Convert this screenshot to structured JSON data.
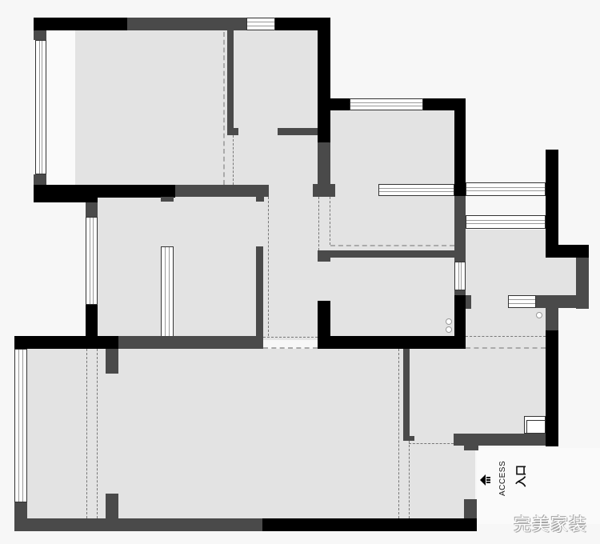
{
  "drawing": {
    "type": "apartment-floor-plan",
    "colors": {
      "background": "#f7f7f7",
      "floor": "#e3e3e3",
      "exterior_wall": "#000000",
      "interior_wall": "#4a4a4a",
      "window": "#ffffff"
    }
  },
  "entrance": {
    "label_en": "ACCESS",
    "label_cn": "入口",
    "icon": "arrow-left-icon"
  },
  "watermark": {
    "text": "完美家装"
  },
  "rooms": [
    {
      "id": "master-bedroom",
      "label": ""
    },
    {
      "id": "master-bath",
      "label": ""
    },
    {
      "id": "bedroom-2",
      "label": ""
    },
    {
      "id": "bedroom-3",
      "label": ""
    },
    {
      "id": "bathroom",
      "label": ""
    },
    {
      "id": "kitchen",
      "label": ""
    },
    {
      "id": "living-dining",
      "label": ""
    },
    {
      "id": "foyer",
      "label": ""
    },
    {
      "id": "balcony",
      "label": ""
    }
  ]
}
